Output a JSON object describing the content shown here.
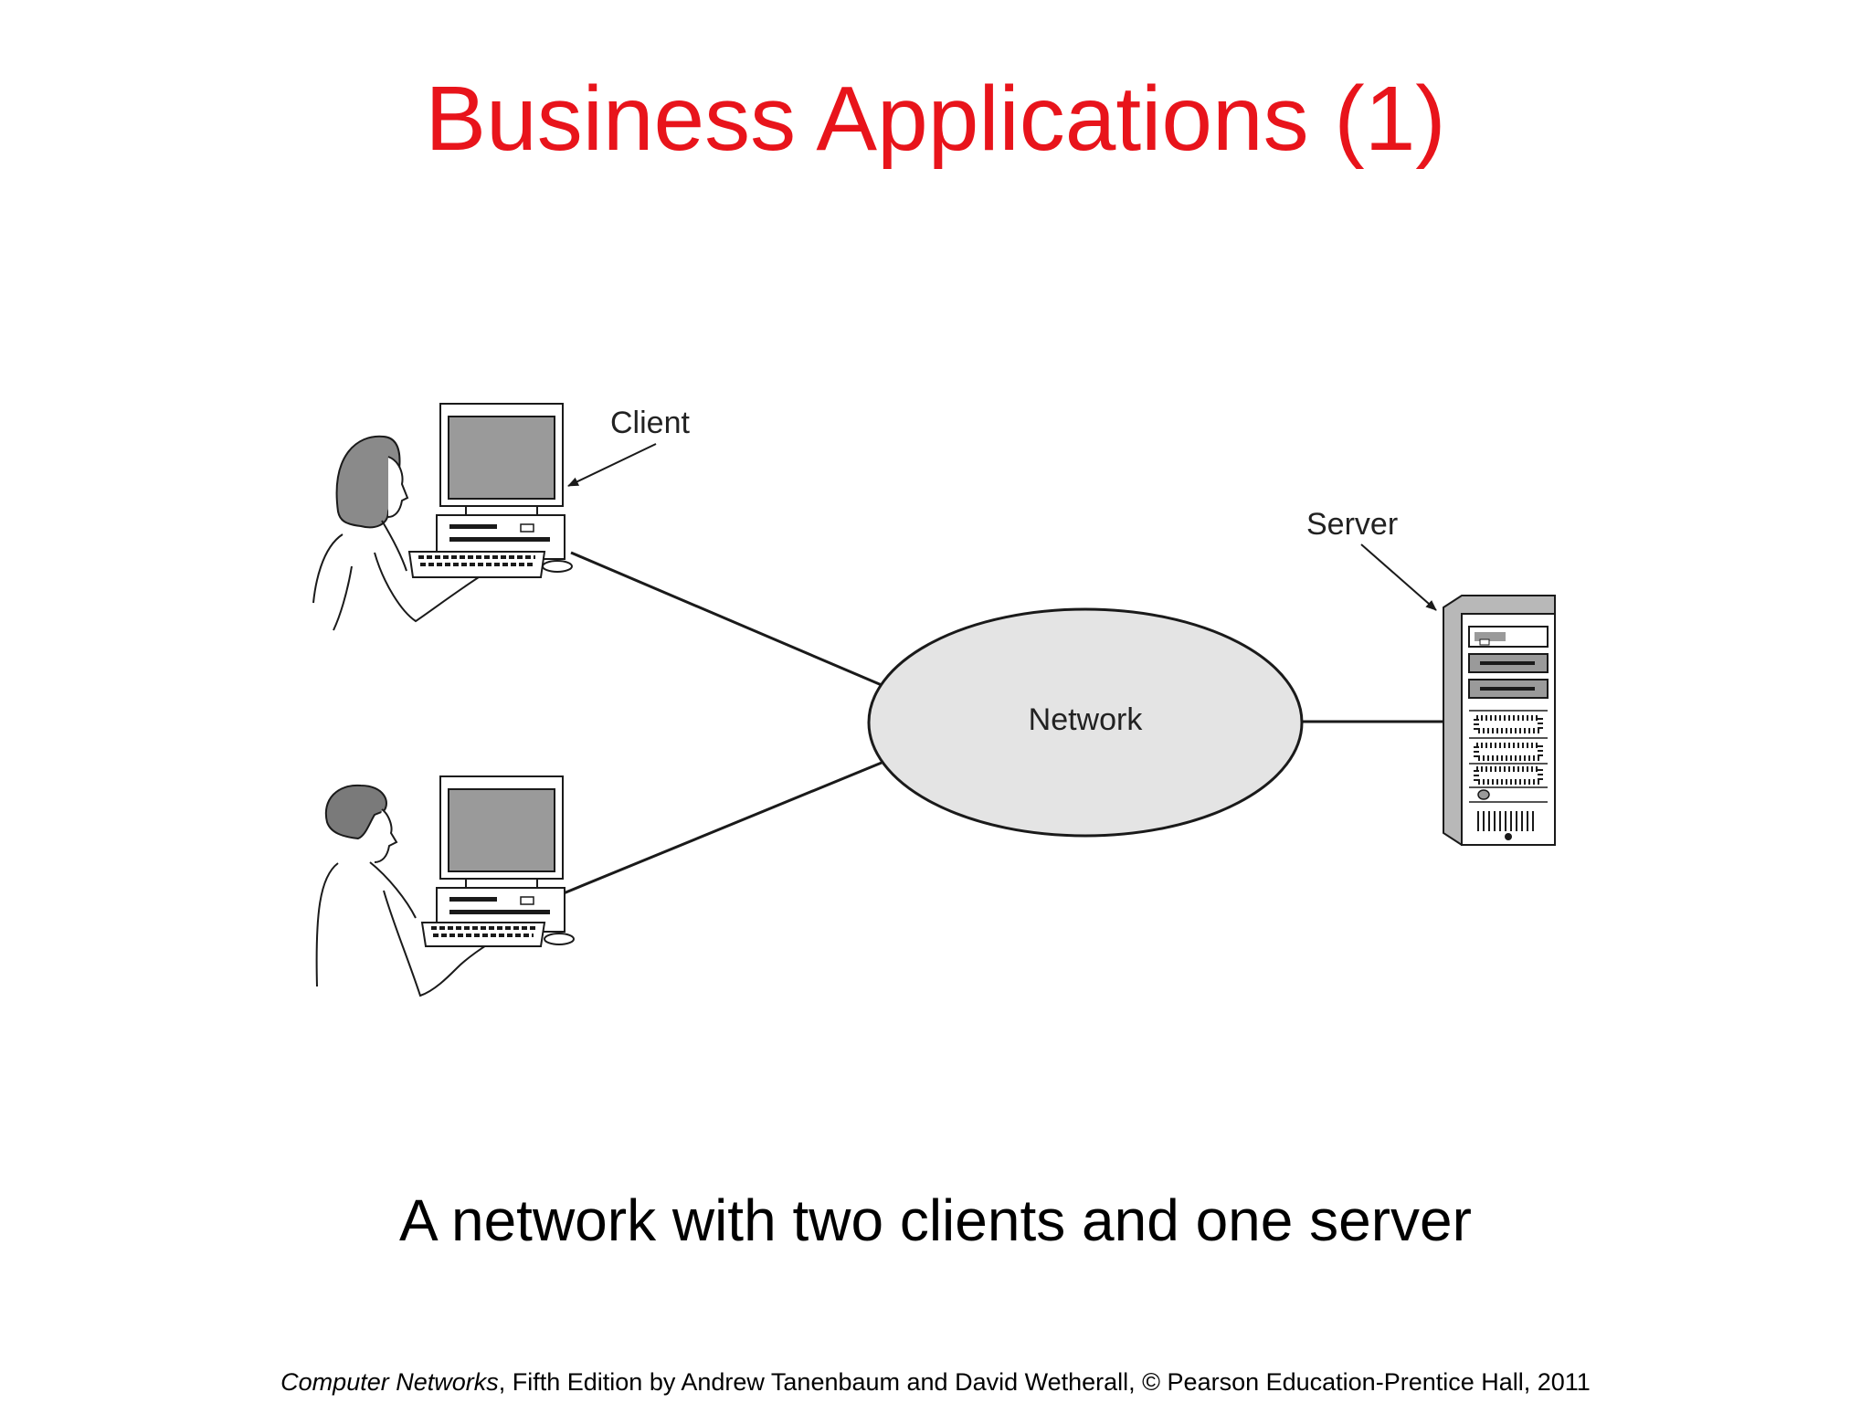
{
  "slide": {
    "title": "Business Applications (1)",
    "caption": "A network with two clients and one server",
    "footer": {
      "book_title": "Computer Networks",
      "rest": ", Fifth Edition by Andrew Tanenbaum and David Wetherall, © Pearson Education-Prentice Hall, 2011"
    }
  },
  "diagram": {
    "labels": {
      "client": "Client",
      "server": "Server",
      "network": "Network"
    },
    "nodes": [
      {
        "id": "client-1",
        "kind": "client",
        "user": "woman"
      },
      {
        "id": "client-2",
        "kind": "client",
        "user": "man"
      },
      {
        "id": "network",
        "kind": "network"
      },
      {
        "id": "server",
        "kind": "server"
      }
    ],
    "edges": [
      {
        "from": "client-1",
        "to": "network"
      },
      {
        "from": "client-2",
        "to": "network"
      },
      {
        "from": "network",
        "to": "server"
      }
    ]
  },
  "colors": {
    "title": "#e8141b",
    "line": "#1a1a1a",
    "network_fill": "#e4e4e4",
    "screen": "#9a9a9a",
    "hair": "#8a8a8a"
  }
}
